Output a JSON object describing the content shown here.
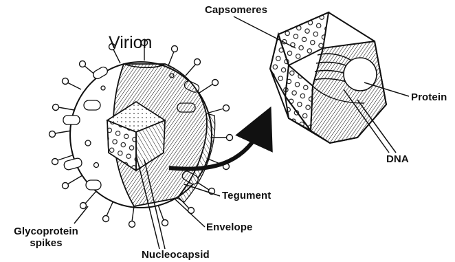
{
  "diagram": {
    "title": "Virion",
    "labels": {
      "capsomeres": "Capsomeres",
      "protein": "Protein",
      "dna": "DNA",
      "tegument": "Tegument",
      "envelope": "Envelope",
      "nucleocapsid": "Nucleocapsid",
      "glycoprotein_line1": "Glycoprotein",
      "glycoprotein_line2": "spikes"
    },
    "colors": {
      "ink": "#111111",
      "background": "#ffffff"
    }
  }
}
